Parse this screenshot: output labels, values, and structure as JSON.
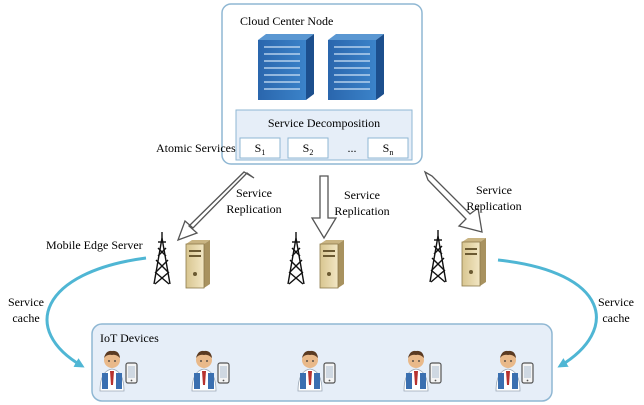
{
  "cloud": {
    "title": "Cloud Center Node",
    "decomposition_label": "Service Decomposition",
    "services": [
      {
        "base": "S",
        "sub": "1"
      },
      {
        "base": "S",
        "sub": "2"
      },
      {
        "base": "...",
        "sub": ""
      },
      {
        "base": "S",
        "sub": "n"
      }
    ]
  },
  "labels": {
    "atomic_services": "Atomic Services",
    "replication_line1": "Service",
    "replication_line2": "Replication",
    "mobile_edge_server": "Mobile Edge Server",
    "cache_line1": "Service",
    "cache_line2": "cache",
    "iot_devices": "IoT Devices"
  },
  "colors": {
    "panel_border": "#8fb7d3",
    "panel_fill": "#e6eef8",
    "cache_arrow": "#4fb6d4",
    "server_rack": "#2f6fb6",
    "tower": "#111111",
    "edge_server_body": "#e0cfa0"
  },
  "icons": {
    "server_rack": "server-rack-icon",
    "tower": "antenna-tower-icon",
    "edge_server": "edge-server-icon",
    "user": "user-icon",
    "phone": "mobile-phone-icon"
  }
}
